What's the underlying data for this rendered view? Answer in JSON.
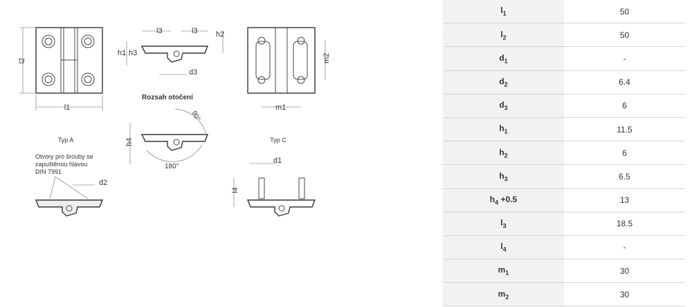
{
  "drawing": {
    "title_rotation": "Rozsah otočení",
    "type_a": "Typ A",
    "type_c": "Typ C",
    "note_lines": [
      "Otvory pro šrouby se",
      "zapuštěnou hlavou",
      "DIN 7991"
    ],
    "angle_90": "90°",
    "angle_180": "180°",
    "dims": {
      "l1": "l1",
      "l2": "l2",
      "l3": "l3",
      "l4": "l4",
      "h1": "h1",
      "h2": "h2",
      "h3": "h3",
      "h4": "h4",
      "d1": "d1",
      "d2": "d2",
      "d3": "d3",
      "m1": "m1",
      "m2": "m2"
    }
  },
  "table": {
    "rows": [
      {
        "sym": "l",
        "sub": "1",
        "suffix": "",
        "value": "50"
      },
      {
        "sym": "l",
        "sub": "2",
        "suffix": "",
        "value": "50"
      },
      {
        "sym": "d",
        "sub": "1",
        "suffix": "",
        "value": "-"
      },
      {
        "sym": "d",
        "sub": "2",
        "suffix": "",
        "value": "6.4"
      },
      {
        "sym": "d",
        "sub": "3",
        "suffix": "",
        "value": "6"
      },
      {
        "sym": "h",
        "sub": "1",
        "suffix": "",
        "value": "11.5"
      },
      {
        "sym": "h",
        "sub": "2",
        "suffix": "",
        "value": "6"
      },
      {
        "sym": "h",
        "sub": "3",
        "suffix": "",
        "value": "6.5"
      },
      {
        "sym": "h",
        "sub": "4",
        "suffix": " +0.5",
        "value": "13"
      },
      {
        "sym": "l",
        "sub": "3",
        "suffix": "",
        "value": "18.5"
      },
      {
        "sym": "l",
        "sub": "4",
        "suffix": "",
        "value": "-"
      },
      {
        "sym": "m",
        "sub": "1",
        "suffix": "",
        "value": "30"
      },
      {
        "sym": "m",
        "sub": "2",
        "suffix": "",
        "value": "30"
      }
    ]
  }
}
